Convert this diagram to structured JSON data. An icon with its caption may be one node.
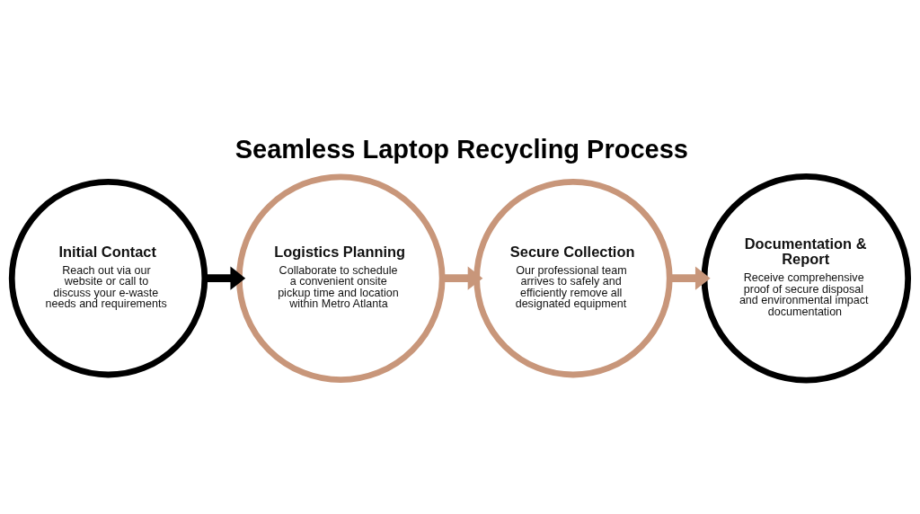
{
  "diagram": {
    "title": "Seamless Laptop Recycling Process",
    "nodes": [
      {
        "text": [
          "Initial Contact",
          "Reach out via our website or call to discuss your e-waste needs and requirements"
        ]
      },
      {
        "text": [
          "Logistics Planning",
          "Collaborate to schedule a convenient onsite pickup time and location within Metro Atlanta"
        ]
      },
      {
        "text": [
          "Secure Collection",
          "Our professional team arrives to safely and efficiently remove all designated equipment"
        ]
      },
      {
        "text": [
          "Documentation & Report",
          "Receive comprehensive proof of secure disposal and environmental impact documentation"
        ]
      }
    ],
    "edges": [
      {
        "from": 0,
        "to": 1,
        "arrow": "to",
        "color": "#000000"
      },
      {
        "from": 1,
        "to": 2,
        "arrow": "to"
      },
      {
        "from": 2,
        "to": 3,
        "arrow": "to"
      }
    ]
  }
}
